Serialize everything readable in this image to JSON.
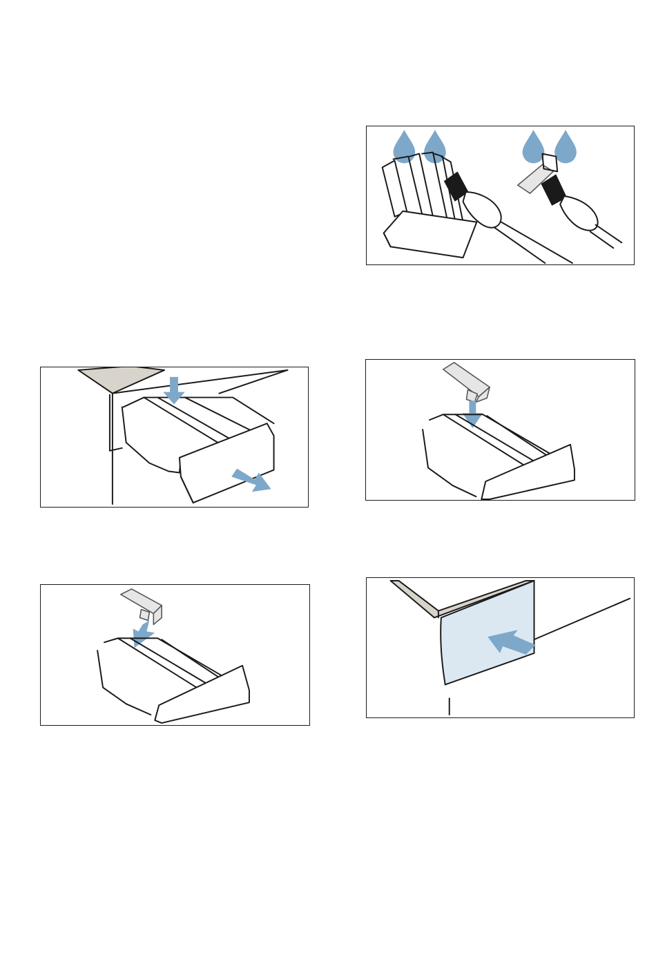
{
  "colors": {
    "accent": "#7ea8c9",
    "panel_fill_highlight": "#dbe8f2",
    "machine_lid": "#d8d4cc",
    "line": "#1a1a1a"
  },
  "figures": [
    {
      "id": "clean-insert",
      "icons": [
        "water-drop-icon",
        "brush-icon"
      ]
    },
    {
      "id": "remove-drawer",
      "icons": [
        "arrow-down-icon",
        "arrow-pull-icon"
      ]
    },
    {
      "id": "insert-siphon",
      "icons": [
        "arrow-down-icon"
      ]
    },
    {
      "id": "lift-siphon",
      "icons": [
        "arrow-up-icon"
      ]
    },
    {
      "id": "close-drawer",
      "icons": [
        "arrow-push-icon"
      ]
    }
  ]
}
